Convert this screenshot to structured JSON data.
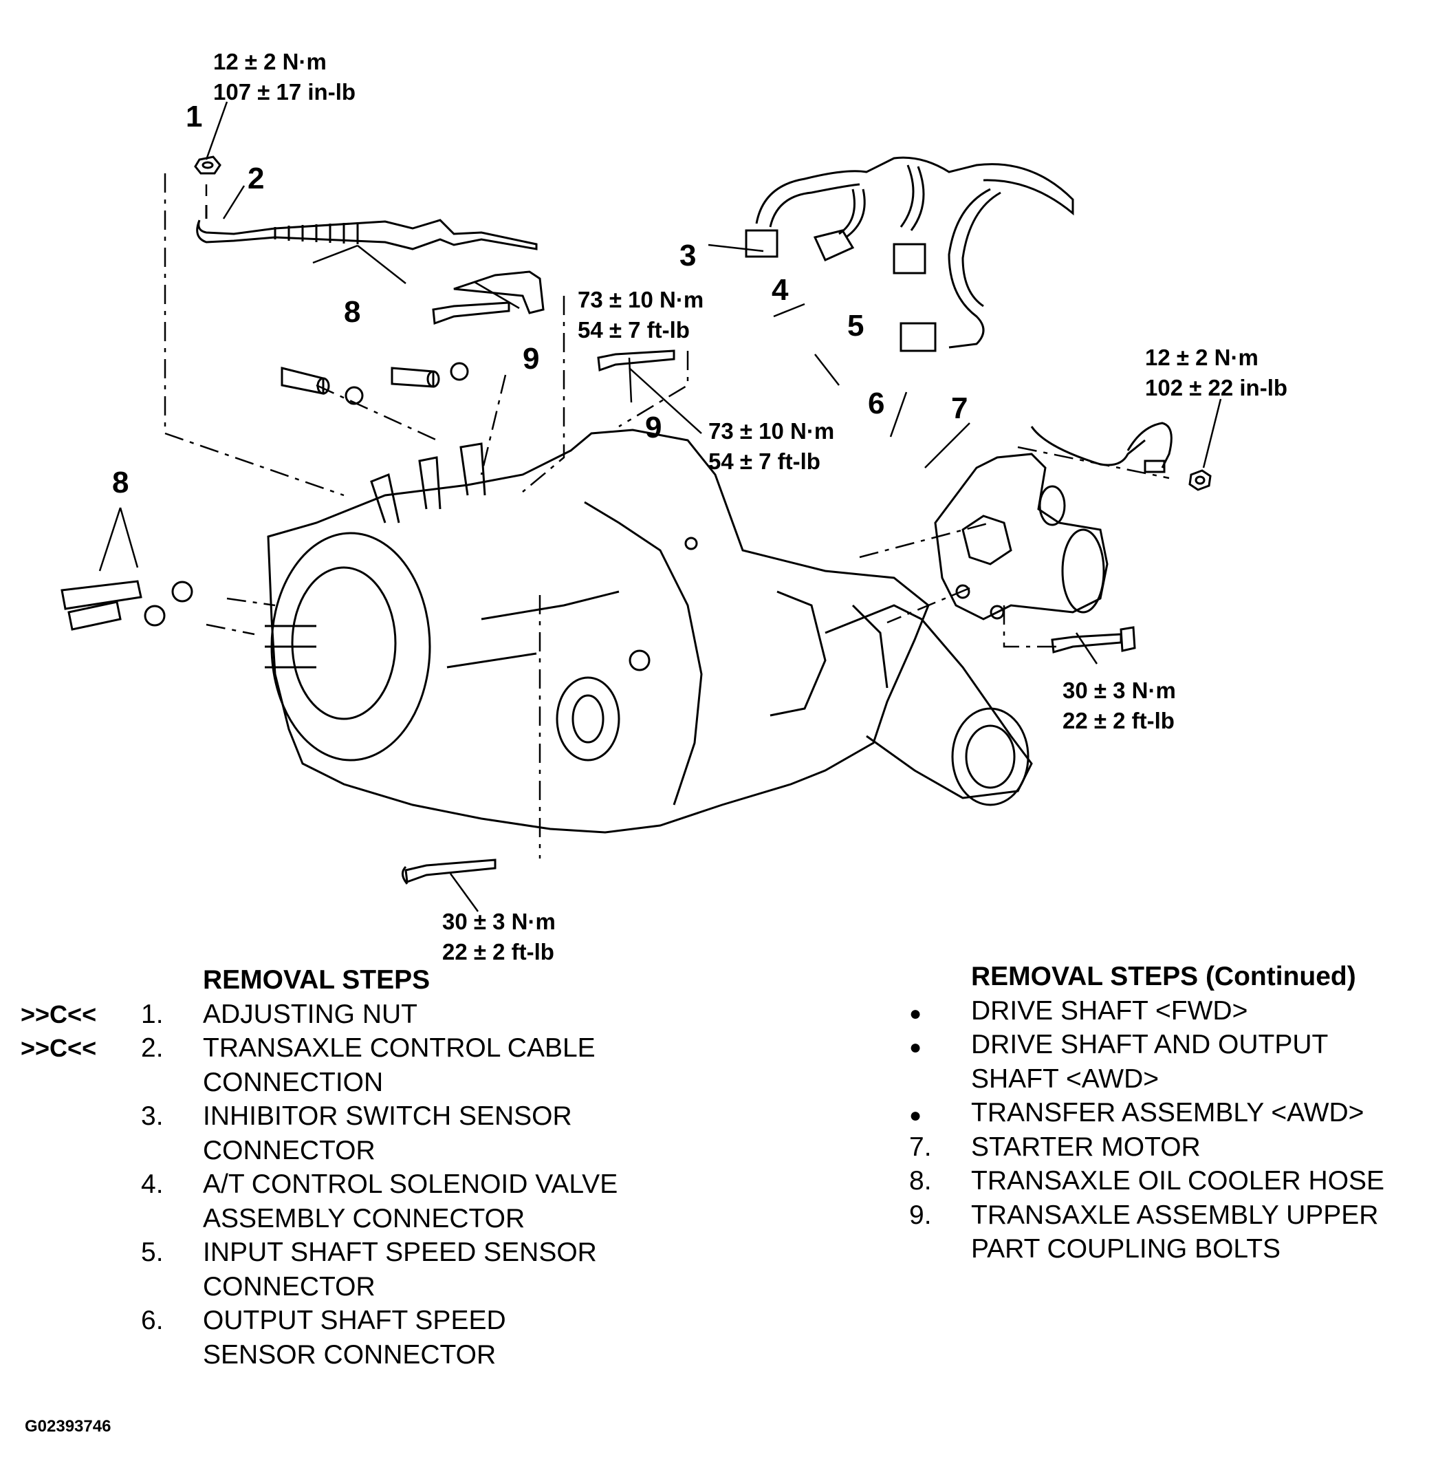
{
  "callouts": {
    "c1": "1",
    "c2": "2",
    "c3": "3",
    "c4": "4",
    "c5": "5",
    "c6": "6",
    "c7": "7",
    "c8a": "8",
    "c8b": "8",
    "c9a": "9",
    "c9b": "9"
  },
  "torques": {
    "nut_top": [
      "12 ± 2 N·m",
      "107 ± 17 in-lb"
    ],
    "bolt9_upper": [
      "73 ± 10 N·m",
      "54 ± 7 ft-lb"
    ],
    "bolt9_lower": [
      "73 ± 10 N·m",
      "54 ± 7 ft-lb"
    ],
    "starter_nut": [
      "12 ± 2 N·m",
      "102 ± 22 in-lb"
    ],
    "starter_bolt": [
      "30 ± 3 N·m",
      "22 ± 2 ft-lb"
    ],
    "bottom_bolt": [
      "30 ± 3 N·m",
      "22 ± 2 ft-lb"
    ]
  },
  "removal_steps": {
    "heading": "REMOVAL STEPS",
    "items": [
      {
        "mark": ">>C<<",
        "num": "1.",
        "lines": [
          "ADJUSTING NUT"
        ]
      },
      {
        "mark": ">>C<<",
        "num": "2.",
        "lines": [
          "TRANSAXLE CONTROL CABLE",
          "CONNECTION"
        ]
      },
      {
        "mark": "",
        "num": "3.",
        "lines": [
          "INHIBITOR SWITCH SENSOR",
          "CONNECTOR"
        ]
      },
      {
        "mark": "",
        "num": "4.",
        "lines": [
          "A/T CONTROL SOLENOID VALVE",
          "ASSEMBLY CONNECTOR"
        ]
      },
      {
        "mark": "",
        "num": "5.",
        "lines": [
          "INPUT SHAFT SPEED SENSOR",
          "CONNECTOR"
        ]
      },
      {
        "mark": "",
        "num": "6.",
        "lines": [
          "OUTPUT SHAFT SPEED",
          "SENSOR CONNECTOR"
        ]
      }
    ]
  },
  "removal_steps_continued": {
    "heading": "REMOVAL STEPS (Continued)",
    "items": [
      {
        "bullet": "●",
        "num": "",
        "lines": [
          "DRIVE SHAFT <FWD>"
        ]
      },
      {
        "bullet": "●",
        "num": "",
        "lines": [
          "DRIVE SHAFT AND OUTPUT",
          "SHAFT <AWD>"
        ]
      },
      {
        "bullet": "●",
        "num": "",
        "lines": [
          "TRANSFER ASSEMBLY <AWD>"
        ]
      },
      {
        "bullet": "",
        "num": "7.",
        "lines": [
          "STARTER MOTOR"
        ]
      },
      {
        "bullet": "",
        "num": "8.",
        "lines": [
          "TRANSAXLE OIL COOLER HOSE"
        ]
      },
      {
        "bullet": "",
        "num": "9.",
        "lines": [
          "TRANSAXLE ASSEMBLY UPPER",
          "PART COUPLING BOLTS"
        ]
      }
    ]
  },
  "figure_code": "G02393746"
}
